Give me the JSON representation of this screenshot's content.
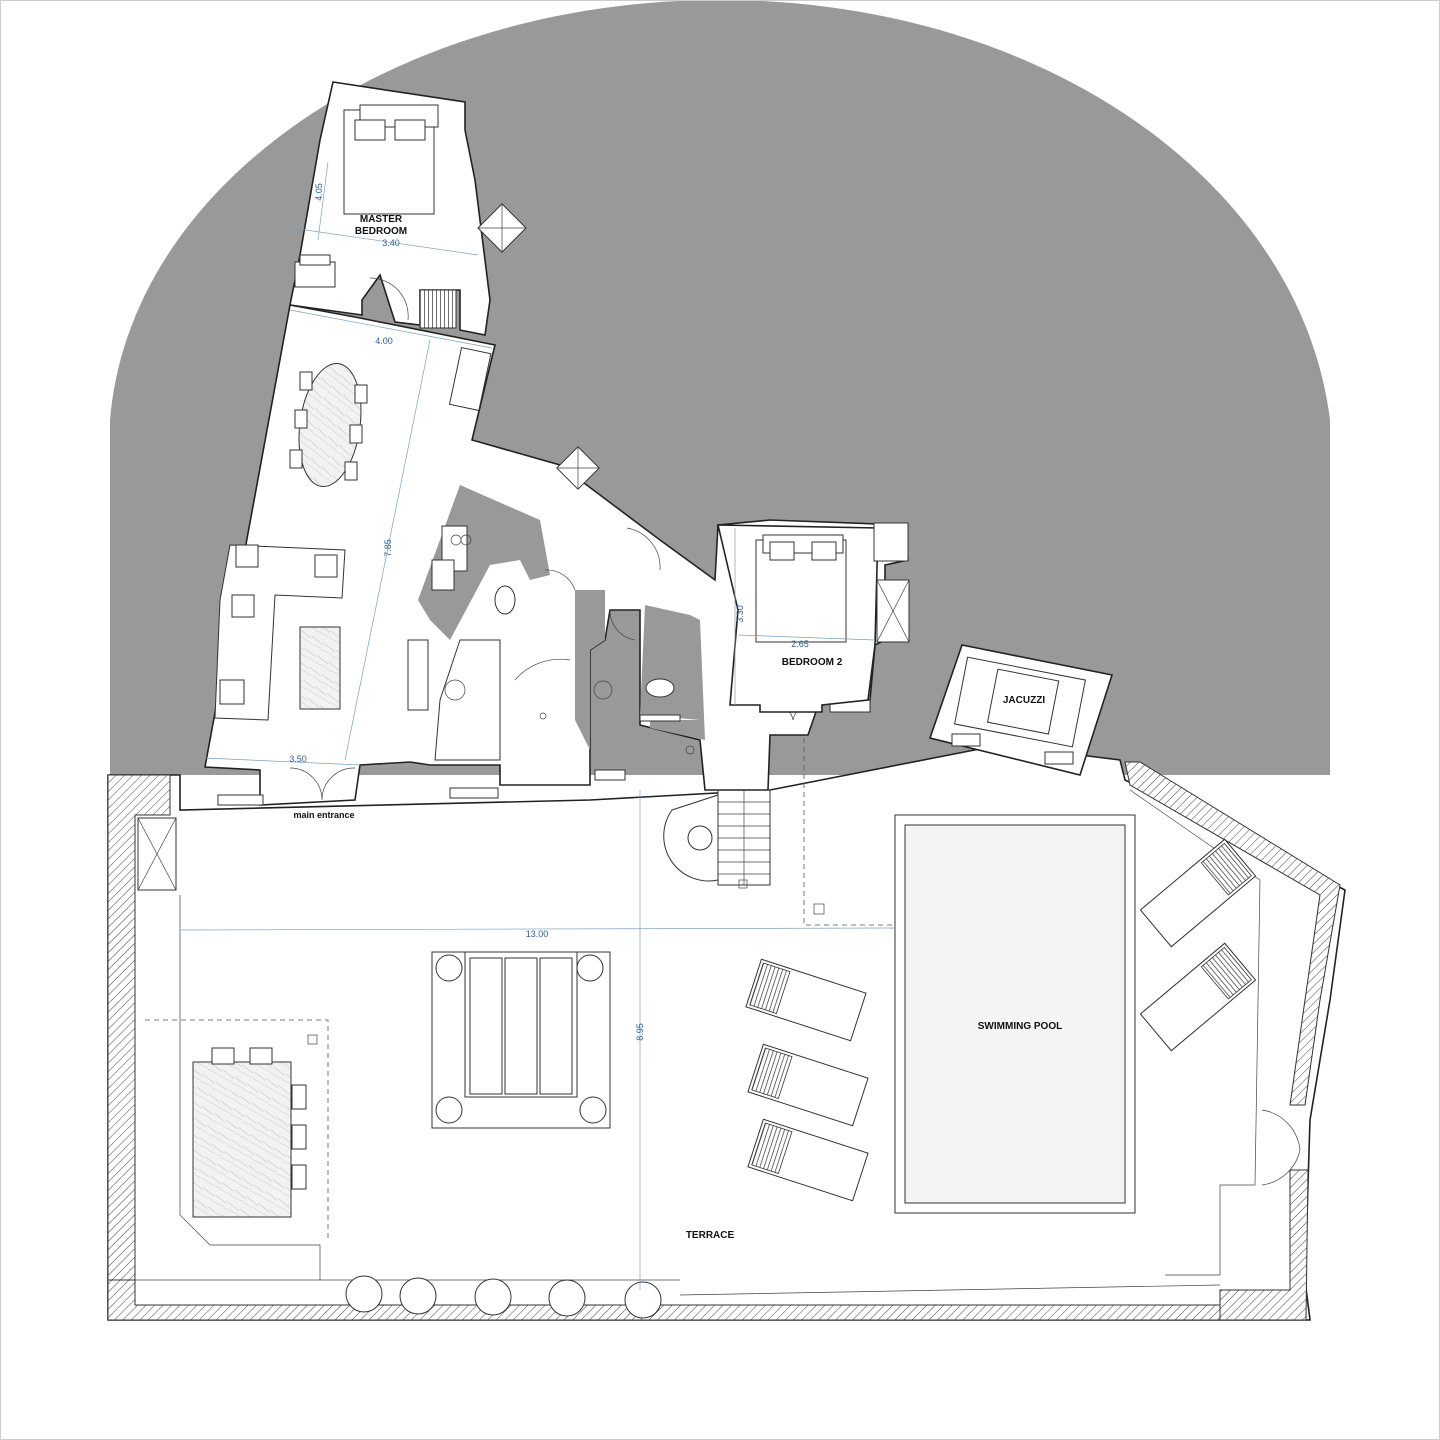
{
  "rooms": {
    "master_bedroom_line1": "MASTER",
    "master_bedroom_line2": "BEDROOM",
    "bedroom2": "BEDROOM 2",
    "jacuzzi": "JACUZZI",
    "swimming_pool": "SWIMMING POOL",
    "terrace": "TERRACE",
    "main_entrance": "main entrance"
  },
  "dimensions": {
    "master_depth": "4.05",
    "master_width": "3.40",
    "living_top": "4.00",
    "living_length": "7.85",
    "living_bottom": "3.50",
    "bedroom2_depth": "3.30",
    "bedroom2_width": "2.65",
    "terrace_width": "13.00",
    "terrace_depth": "8.95"
  },
  "colors": {
    "site_fill": "#999999",
    "dimension_text": "#2f5f8f",
    "wall": "#222222"
  }
}
